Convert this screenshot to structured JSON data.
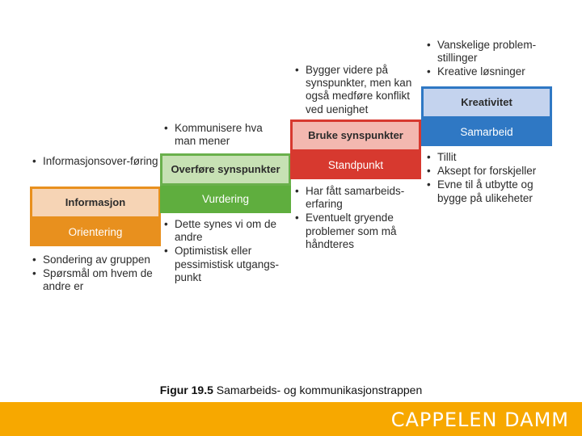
{
  "steps": [
    {
      "top_label": "Informasjon",
      "bottom_label": "Orientering",
      "colors": {
        "top_fill": "#f6d4b5",
        "top_border": "#e8901e",
        "bottom_fill": "#e8901e"
      },
      "above": [
        "Informasjonsover-føring"
      ],
      "below": [
        "Sondering av gruppen",
        "Spørsmål om hvem de andre er"
      ]
    },
    {
      "top_label": "Overføre synspunkter",
      "bottom_label": "Vurdering",
      "colors": {
        "top_fill": "#c7e1b4",
        "top_border": "#6ab04c",
        "bottom_fill": "#5fae3e"
      },
      "above": [
        "Kommunisere hva man mener"
      ],
      "below": [
        "Dette synes vi om de andre",
        "Optimistisk eller pessimistisk utgangs-punkt"
      ]
    },
    {
      "top_label": "Bruke synspunkter",
      "bottom_label": "Standpunkt",
      "colors": {
        "top_fill": "#f3b8b0",
        "top_border": "#d7392f",
        "bottom_fill": "#d7392f"
      },
      "above": [
        "Bygger videre på synspunkter, men kan også medføre konflikt ved uenighet"
      ],
      "below": [
        "Har fått samarbeids-erfaring",
        "Eventuelt gryende problemer som må håndteres"
      ]
    },
    {
      "top_label": "Kreativitet",
      "bottom_label": "Samarbeid",
      "colors": {
        "top_fill": "#c4d3ee",
        "top_border": "#2f78c4",
        "bottom_fill": "#2f78c4"
      },
      "above": [
        "Vanskelige problem-stillinger",
        "Kreative løsninger"
      ],
      "below": [
        "Tillit",
        "Aksept for forskjeller",
        "Evne til å utbytte og bygge på ulikeheter"
      ]
    }
  ],
  "caption": {
    "bold": "Figur 19.5",
    "text": " Samarbeids- og kommunikasjonstrappen"
  },
  "footer": {
    "brand": "CAPPELEN DAMM",
    "color": "#f7a800"
  }
}
